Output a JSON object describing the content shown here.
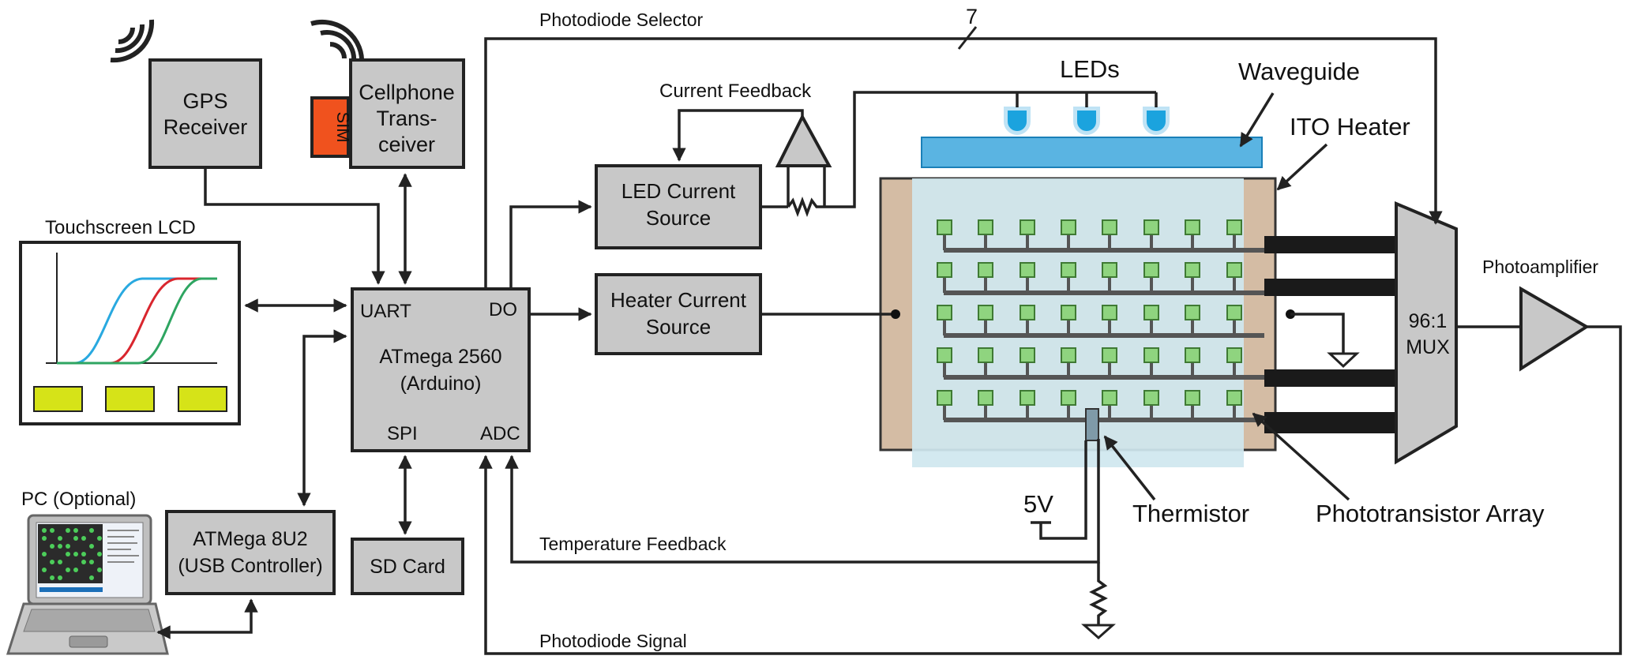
{
  "labels": {
    "photodiode_selector": "Photodiode Selector",
    "bus_width": "7",
    "current_feedback": "Current Feedback",
    "leds": "LEDs",
    "waveguide": "Waveguide",
    "ito_heater": "ITO Heater",
    "touchscreen_lcd": "Touchscreen LCD",
    "photoamplifier": "Photoamplifier",
    "pc_optional": "PC (Optional)",
    "temperature_feedback": "Temperature Feedback",
    "photodiode_signal": "Photodiode Signal",
    "five_volt": "5V",
    "thermistor": "Thermistor",
    "phototransistor_array": "Phototransistor Array",
    "sim": "SIM"
  },
  "blocks": {
    "gps": [
      "GPS",
      "Receiver"
    ],
    "cell": [
      "Cellphone",
      "Trans-",
      "ceiver"
    ],
    "mcu": {
      "uart": "UART",
      "do": "DO",
      "spi": "SPI",
      "adc": "ADC",
      "line1": "ATmega 2560",
      "line2": "(Arduino)"
    },
    "led_src": [
      "LED Current",
      "Source"
    ],
    "heater_src": [
      "Heater Current",
      "Source"
    ],
    "usb": [
      "ATMega 8U2",
      "(USB Controller)"
    ],
    "sd": [
      "SD Card"
    ],
    "mux": [
      "96:1",
      "MUX"
    ]
  },
  "colors": {
    "block_fill": "#c8c8c8",
    "sim_orange": "#f0521e",
    "led_blue": "#1ba3de",
    "waveguide_blue": "#5ab4e2",
    "heater_tan": "#d4bca4",
    "glass": "#cfe7ef",
    "pad_green": "#8fd47f",
    "button_yellow": "#d6e318",
    "curve_cyan": "#29a9e0",
    "curve_red": "#d9262e",
    "curve_green": "#2ea561"
  }
}
